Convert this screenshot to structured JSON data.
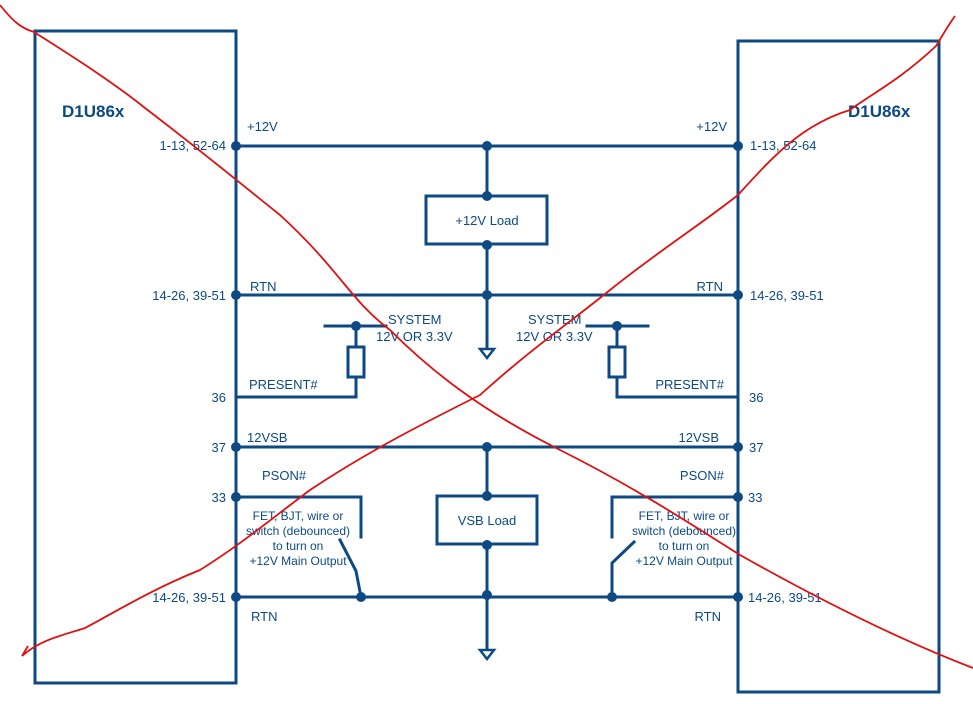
{
  "diagram": {
    "left_module": {
      "title": "D1U86x",
      "pins": {
        "v12": "1-13, 52-64",
        "rtn_top": "14-26, 39-51",
        "present": "36",
        "vsb": "37",
        "pson": "33",
        "rtn_bottom": "14-26, 39-51"
      }
    },
    "right_module": {
      "title": "D1U86x",
      "pins": {
        "v12": "1-13, 52-64",
        "rtn_top": "14-26, 39-51",
        "present": "36",
        "vsb": "37",
        "pson": "33",
        "rtn_bottom": "14-26, 39-51"
      }
    },
    "nets": {
      "v12": "+12V",
      "rtn": "RTN",
      "present": "PRESENT#",
      "vsb": "12VSB",
      "pson": "PSON#"
    },
    "pullup_supply": {
      "line1": "SYSTEM",
      "line2": "12V OR 3.3V"
    },
    "loads": {
      "main": "+12V Load",
      "vsb": "VSB Load"
    },
    "switch_note": {
      "line1": "FET, BJT, wire or",
      "line2": "switch (debounced)",
      "line3": "to turn on",
      "line4": "+12V Main Output"
    },
    "annotation": {
      "type": "red-cross-out",
      "color": "#e01010"
    },
    "colors": {
      "wire": "#0d4a83",
      "strike": "#e01010"
    }
  }
}
